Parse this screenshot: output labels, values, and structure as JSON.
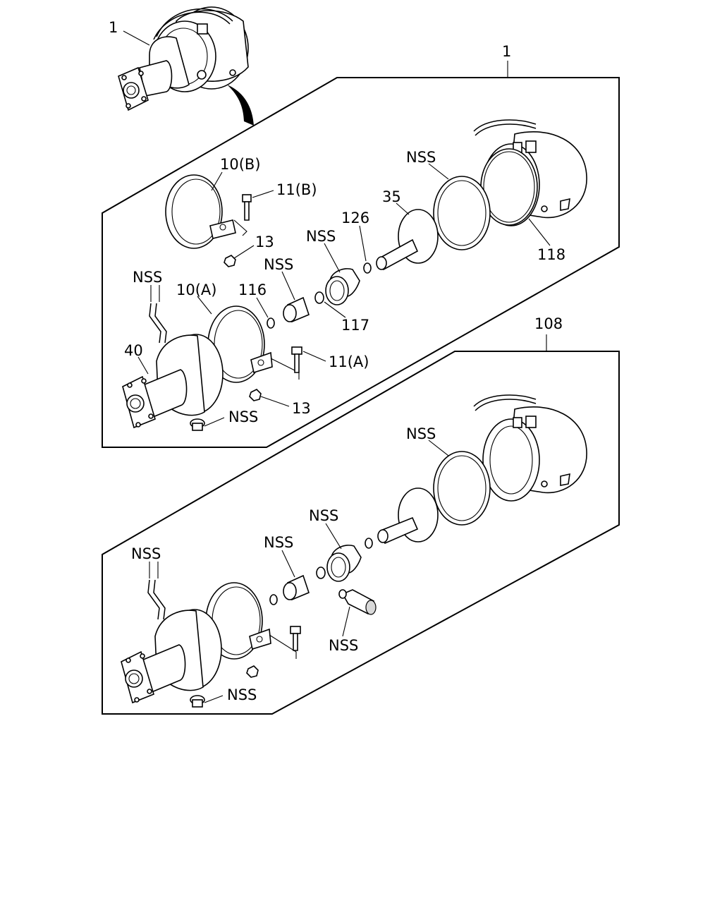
{
  "diagram": {
    "labels": {
      "assembly_ref_top": "1",
      "assembly_ref_panel1": "1",
      "assembly_ref_panel2": "108",
      "p1_clamp_b": "10(B)",
      "p1_bolt_b": "11(B)",
      "p1_nut_b": "13",
      "p1_nss_ring": "NSS",
      "p1_plate": "35",
      "p1_washer_126": "126",
      "p1_nss_boot": "NSS",
      "p1_nss_bush": "NSS",
      "p1_washer_116": "116",
      "p1_oring_117": "117",
      "p1_ring_118": "118",
      "p1_nss_hose": "NSS",
      "p1_clamp_a": "10(A)",
      "p1_housing_40": "40",
      "p1_bolt_a": "11(A)",
      "p1_nut_a": "13",
      "p1_nss_bolt": "NSS",
      "p2_nss_ring": "NSS",
      "p2_nss_boot": "NSS",
      "p2_nss_bush": "NSS",
      "p2_nss_hose": "NSS",
      "p2_nss_sensor": "NSS",
      "p2_nss_bolt": "NSS"
    }
  }
}
